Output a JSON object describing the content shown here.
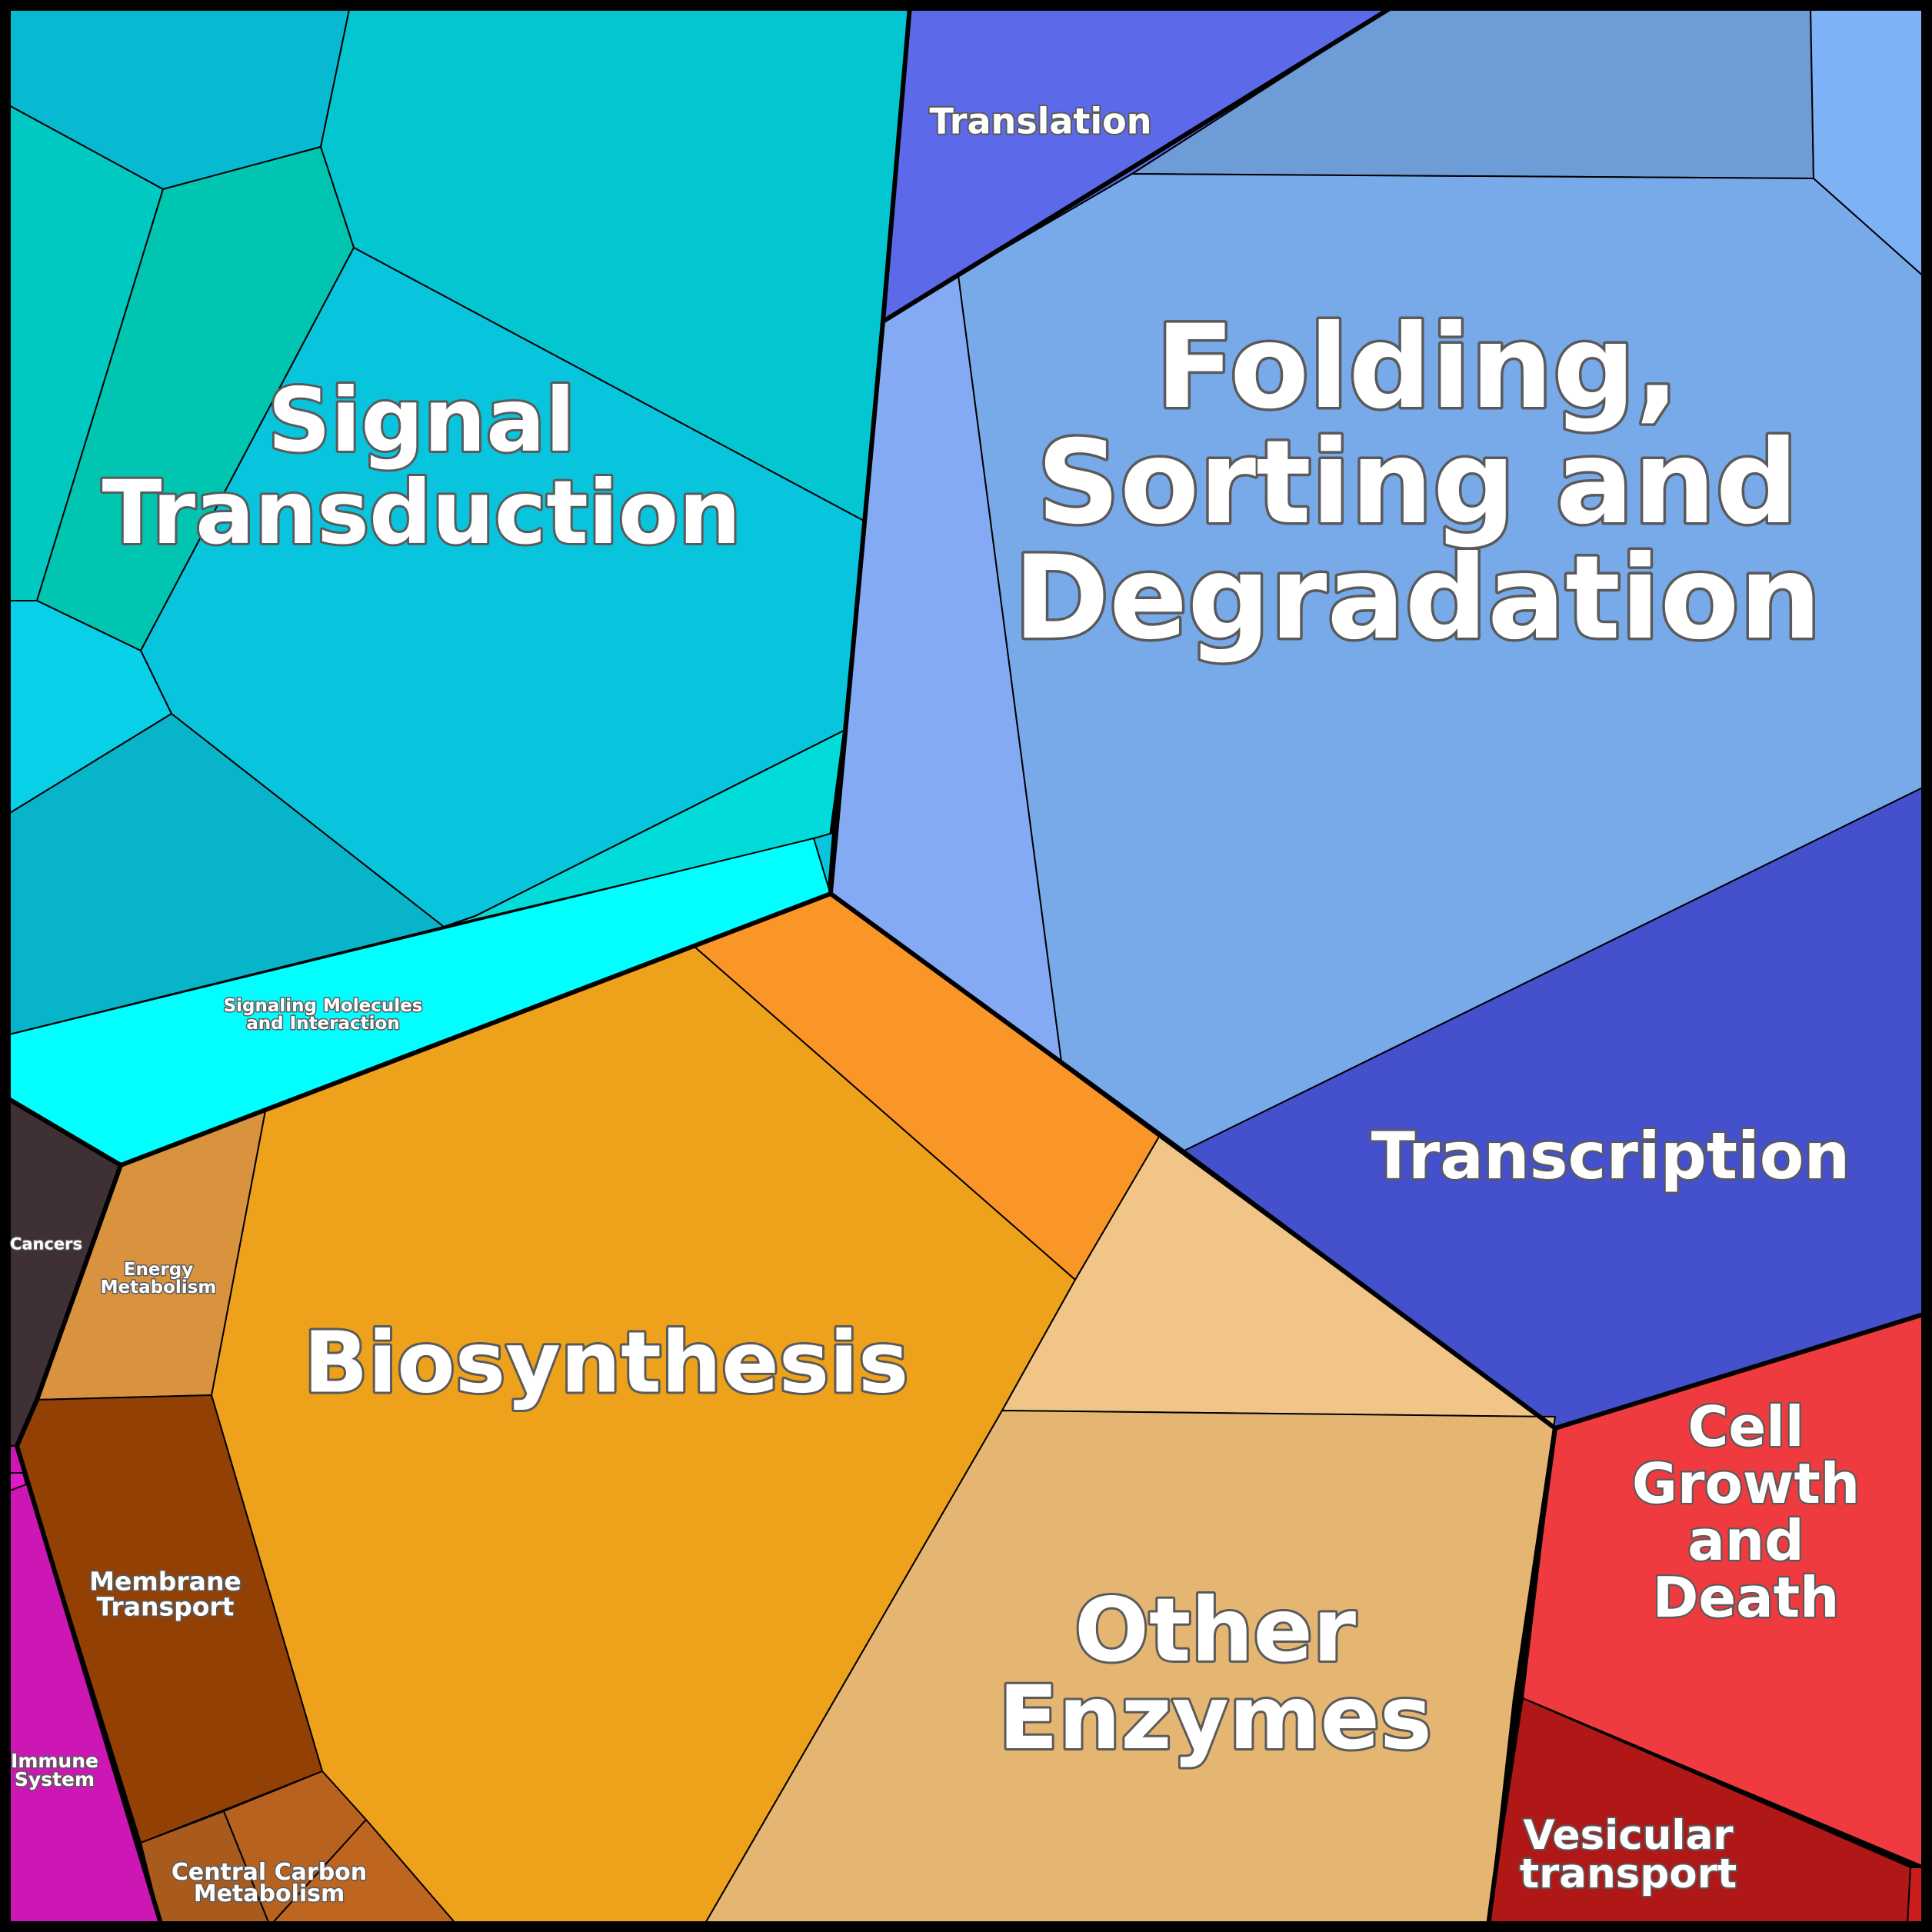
{
  "diagram": {
    "type": "voronoi-treemap",
    "colors": {
      "signal_transduction": "#08c4dc",
      "signaling_molecules": "#00ffff",
      "folding_sorting": "#78aaea",
      "translation": "#5c69e8",
      "transcription": "#4450cc",
      "biosynthesis": "#eea11a",
      "other_enzymes": "#e4b672",
      "energy_metabolism": "#d9933f",
      "membrane_transport": "#924004",
      "central_carbon": "#b8621f",
      "cancers": "#3e3034",
      "immune_system": "#cc17b5",
      "cell_growth": "#ef3b3f",
      "vesicular_transport": "#b01818"
    },
    "labels": {
      "signal_transduction": [
        "Signal",
        "Transduction"
      ],
      "folding_sorting": [
        "Folding,",
        "Sorting and",
        "Degradation"
      ],
      "translation": [
        "Translation"
      ],
      "transcription": [
        "Transcription"
      ],
      "signaling_molecules": [
        "Signaling Molecules",
        "and Interaction"
      ],
      "cancers": [
        "Cancers"
      ],
      "energy_metabolism": [
        "Energy",
        "Metabolism"
      ],
      "biosynthesis": [
        "Biosynthesis"
      ],
      "membrane_transport": [
        "Membrane",
        "Transport"
      ],
      "central_carbon": [
        "Central Carbon",
        "Metabolism"
      ],
      "immune_system": [
        "Immune",
        "System"
      ],
      "other_enzymes": [
        "Other",
        "Enzymes"
      ],
      "cell_growth": [
        "Cell",
        "Growth",
        "and",
        "Death"
      ],
      "vesicular_transport": [
        "Vesicular",
        "transport"
      ]
    }
  }
}
